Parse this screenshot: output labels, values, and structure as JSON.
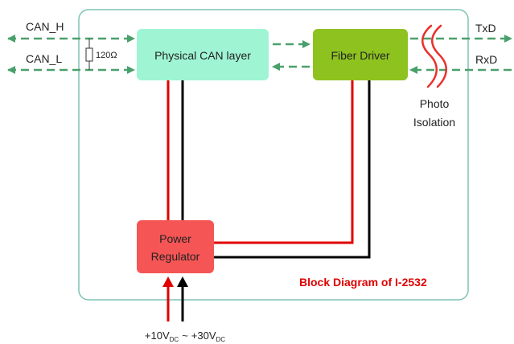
{
  "signals": {
    "can_h": "CAN_H",
    "can_l": "CAN_L",
    "txd": "TxD",
    "rxd": "RxD"
  },
  "resistor": {
    "label": "120Ω"
  },
  "blocks": {
    "physical_can": {
      "label": "Physical CAN layer",
      "color": "#9ff5d3"
    },
    "fiber_driver": {
      "label": "Fiber Driver",
      "color": "#8dc21f"
    },
    "power_regulator": {
      "line1": "Power",
      "line2": "Regulator",
      "color": "#f65555"
    }
  },
  "photo_isolation": {
    "line1": "Photo",
    "line2": "Isolation",
    "color": "#e8312c"
  },
  "diagram_title": {
    "text": "Block Diagram of I-2532",
    "color": "#e00000"
  },
  "power_input": {
    "v_min": "+10V",
    "v_min_sub": "DC",
    "separator": "~",
    "v_max": "+30V",
    "v_max_sub": "DC"
  },
  "colors": {
    "enclosure_border": "#7fc4b4",
    "signal_arrow": "#4aa06b",
    "power_wire_red": "#e00000",
    "power_wire_black": "#000000"
  }
}
